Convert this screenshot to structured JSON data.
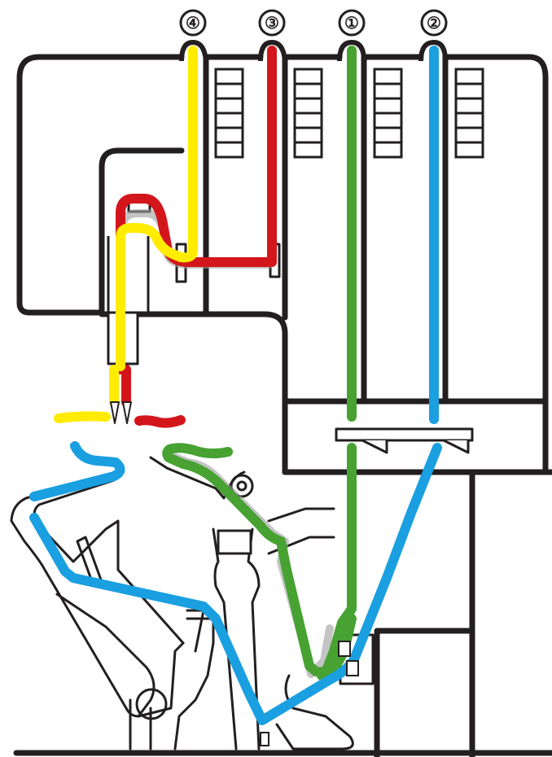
{
  "threads": [
    {
      "label": "④",
      "color": "#ffec00"
    },
    {
      "label": "③",
      "color": "#d3161b"
    },
    {
      "label": "①",
      "color": "#47a232"
    },
    {
      "label": "②",
      "color": "#1a9fe0"
    }
  ],
  "colors": {
    "outline": "#231f20",
    "background": "#ffffff",
    "shadow": "#9d9d9d"
  }
}
